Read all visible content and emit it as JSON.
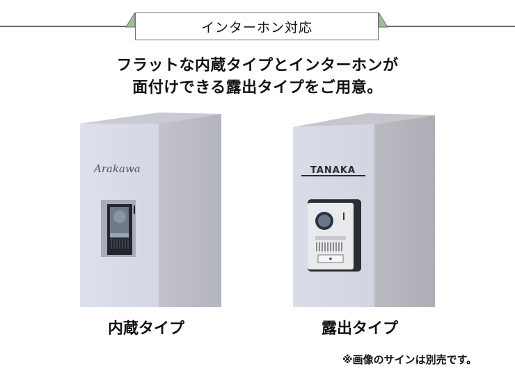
{
  "header": {
    "tab_label": "インターホン対応",
    "accent_color": "#9dbf96",
    "line_color": "#6b6b6b"
  },
  "headline": {
    "line1": "フラットな内蔵タイプとインターホンが",
    "line2": "面付けできる露出タイプをご用意。"
  },
  "products": [
    {
      "caption": "内蔵タイプ",
      "sign_text": "Arakawa",
      "front_color": "#d9dde8",
      "side_color": "#b7b8c2"
    },
    {
      "caption": "露出タイプ",
      "sign_text": "TANAKA",
      "front_color": "#d8dbe6",
      "side_color": "#b2b3ba"
    }
  ],
  "footnote": "※画像のサインは別売です。"
}
